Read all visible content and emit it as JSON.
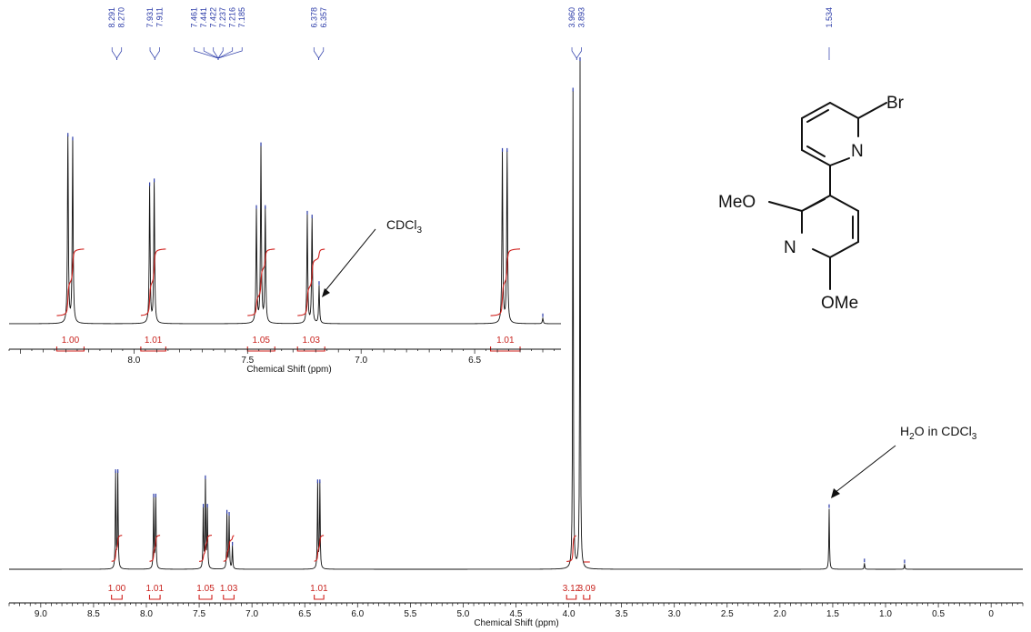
{
  "chart_data": {
    "type": "nmr-spectrum",
    "xlabel": "Chemical Shift (ppm)",
    "x_direction": "descending",
    "main": {
      "xlim": [
        9.3,
        -0.3
      ],
      "ticks": [
        "9.0",
        "8.5",
        "8.0",
        "7.5",
        "7.0",
        "6.5",
        "6.0",
        "5.5",
        "5.0",
        "4.5",
        "4.0",
        "3.5",
        "3.0",
        "2.5",
        "2.0",
        "1.5",
        "1.0",
        "0.5",
        "0"
      ],
      "peaks": [
        {
          "ppm": 8.291,
          "height": 0.188
        },
        {
          "ppm": 8.27,
          "height": 0.188
        },
        {
          "ppm": 7.931,
          "height": 0.14
        },
        {
          "ppm": 7.911,
          "height": 0.14
        },
        {
          "ppm": 7.461,
          "height": 0.12
        },
        {
          "ppm": 7.441,
          "height": 0.176
        },
        {
          "ppm": 7.422,
          "height": 0.12
        },
        {
          "ppm": 7.237,
          "height": 0.108
        },
        {
          "ppm": 7.216,
          "height": 0.104
        },
        {
          "ppm": 7.185,
          "height": 0.045
        },
        {
          "ppm": 6.378,
          "height": 0.168
        },
        {
          "ppm": 6.357,
          "height": 0.168
        },
        {
          "ppm": 3.96,
          "height": 0.94
        },
        {
          "ppm": 3.893,
          "height": 1.0
        },
        {
          "ppm": 1.534,
          "height": 0.119
        },
        {
          "ppm": 1.2,
          "height": 0.012
        },
        {
          "ppm": 0.82,
          "height": 0.01
        }
      ],
      "integrals": [
        {
          "start": 8.33,
          "end": 8.23,
          "value": "1.00"
        },
        {
          "start": 7.97,
          "end": 7.87,
          "value": "1.01"
        },
        {
          "start": 7.5,
          "end": 7.38,
          "value": "1.05"
        },
        {
          "start": 7.27,
          "end": 7.17,
          "value": "1.03"
        },
        {
          "start": 6.41,
          "end": 6.32,
          "value": "1.01"
        },
        {
          "start": 4.02,
          "end": 3.93,
          "value": "3.12"
        },
        {
          "start": 3.86,
          "end": 3.8,
          "value": "3.09"
        }
      ]
    },
    "inset": {
      "xlim": [
        8.55,
        6.12
      ],
      "ticks": [
        "8.0",
        "7.5",
        "7.0",
        "6.5"
      ],
      "peaks": [
        {
          "ppm": 8.291,
          "height": 0.98
        },
        {
          "ppm": 8.27,
          "height": 0.96
        },
        {
          "ppm": 7.931,
          "height": 0.72
        },
        {
          "ppm": 7.911,
          "height": 0.74
        },
        {
          "ppm": 7.461,
          "height": 0.6
        },
        {
          "ppm": 7.441,
          "height": 0.93
        },
        {
          "ppm": 7.422,
          "height": 0.6
        },
        {
          "ppm": 7.237,
          "height": 0.57
        },
        {
          "ppm": 7.216,
          "height": 0.55
        },
        {
          "ppm": 7.185,
          "height": 0.2
        },
        {
          "ppm": 6.378,
          "height": 0.9
        },
        {
          "ppm": 6.357,
          "height": 0.9
        },
        {
          "ppm": 6.2,
          "height": 0.03
        }
      ],
      "integrals": [
        {
          "start": 8.34,
          "end": 8.22,
          "value": "1.00"
        },
        {
          "start": 7.97,
          "end": 7.86,
          "value": "1.01"
        },
        {
          "start": 7.5,
          "end": 7.38,
          "value": "1.05"
        },
        {
          "start": 7.28,
          "end": 7.16,
          "value": "1.03"
        },
        {
          "start": 6.43,
          "end": 6.3,
          "value": "1.01"
        }
      ]
    },
    "peak_labels": [
      {
        "group": [
          "8.291",
          "8.270"
        ],
        "ppm": 8.28
      },
      {
        "group": [
          "7.931",
          "7.911"
        ],
        "ppm": 7.92
      },
      {
        "group": [
          "7.461",
          "7.441",
          "7.422",
          "7.237",
          "7.216",
          "7.185"
        ],
        "ppm": 7.32
      },
      {
        "group": [
          "6.378",
          "6.357"
        ],
        "ppm": 6.368
      },
      {
        "group": [
          "3.960",
          "3.893"
        ],
        "ppm": 3.925
      },
      {
        "group": [
          "1.534"
        ],
        "ppm": 1.534
      }
    ],
    "annotations": [
      {
        "text": "CDCl",
        "sub": "3",
        "tail": "",
        "inset_target_ppm": 7.185
      },
      {
        "text": "H",
        "sub": "2",
        "tail": "O in CDCl",
        "sub2": "3",
        "target_ppm": 1.534
      }
    ]
  },
  "molecule": {
    "atoms": [
      "Br",
      "N",
      "MeO",
      "N",
      "OMe"
    ]
  },
  "colors": {
    "spectrum": "#111111",
    "integral": "#d0201c",
    "peak_label": "#2a3aa8"
  }
}
